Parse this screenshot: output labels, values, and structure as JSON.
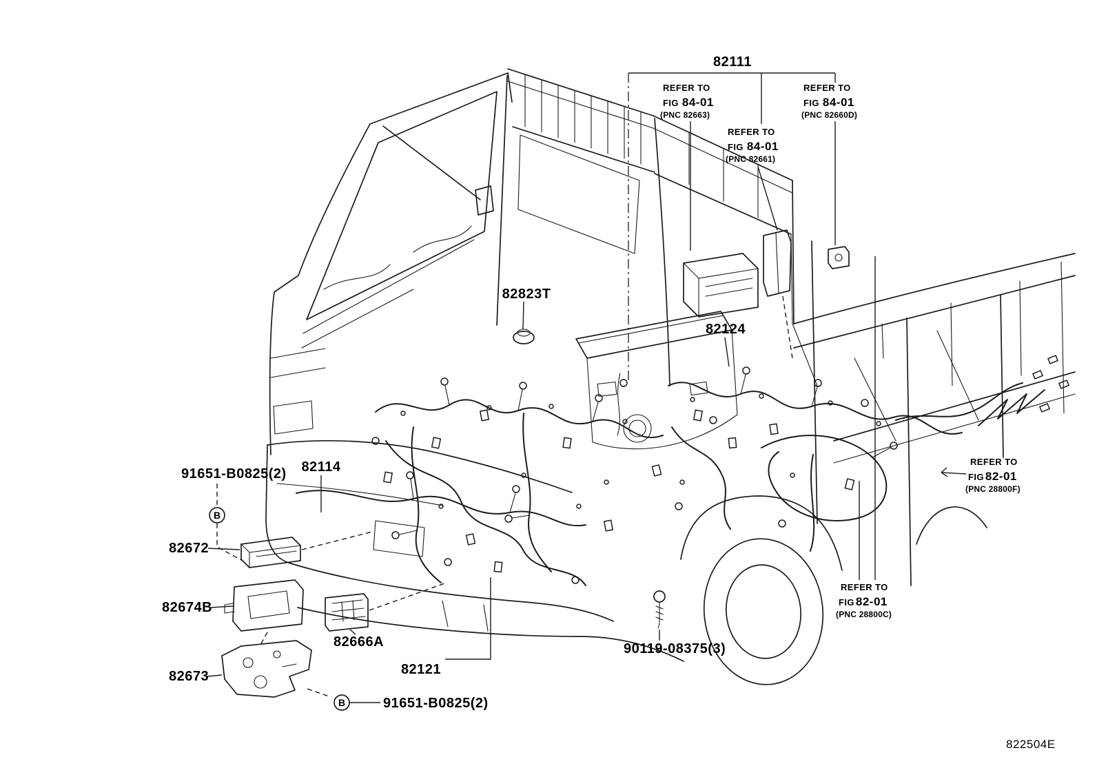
{
  "page": {
    "background": "#ffffff",
    "line_color": "#1b1b1b",
    "diagram_code": "822504E"
  },
  "labels": {
    "p82111": "82111",
    "p82823T": "82823T",
    "p82124": "82124",
    "p82114": "82114",
    "p91651_top": "91651-B0825(2)",
    "p82672": "82672",
    "p82674B": "82674B",
    "p82666A": "82666A",
    "p82673": "82673",
    "p82121": "82121",
    "p90119": "90119-08375(3)",
    "p91651_bottom": "91651-B0825(2)",
    "marker_b": "B"
  },
  "refs": {
    "r82663": {
      "refer": "REFER TO",
      "fig_word": "FIG",
      "fig_num": "84-01",
      "pnc": "(PNC 82663)"
    },
    "r82660d": {
      "refer": "REFER TO",
      "fig_word": "FIG",
      "fig_num": "84-01",
      "pnc": "(PNC 82660D)"
    },
    "r82661": {
      "refer": "REFER TO",
      "fig_word": "FIG",
      "fig_num": "84-01",
      "pnc": "(PNC 82661)"
    },
    "r28800f": {
      "refer": "REFER TO",
      "fig_word": "FIG",
      "fig_num": "82-01",
      "pnc": "(PNC 28800F)"
    },
    "r28800c": {
      "refer": "REFER TO",
      "fig_word": "FIG",
      "fig_num": "82-01",
      "pnc": "(PNC 28800C)"
    }
  }
}
